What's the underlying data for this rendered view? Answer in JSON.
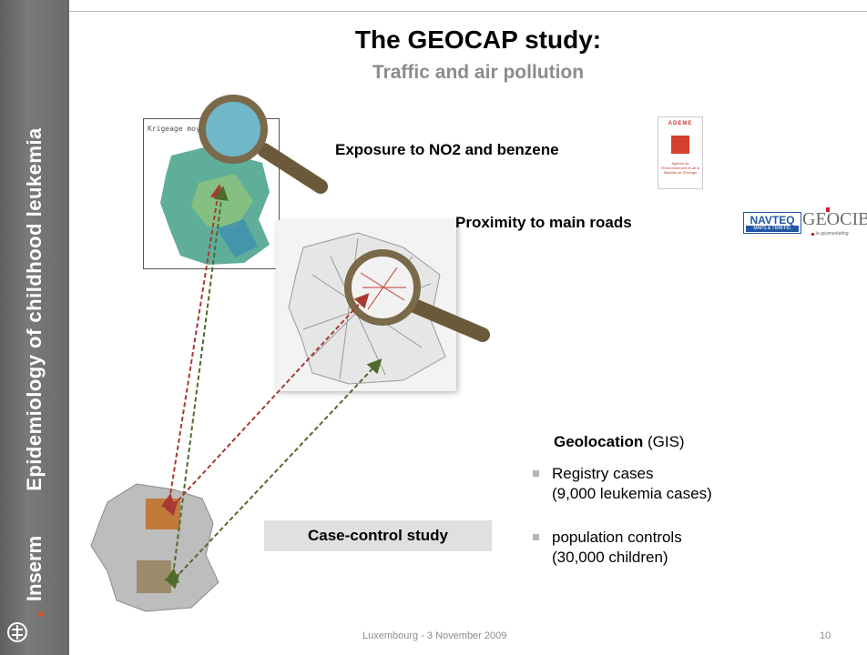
{
  "sidebar": {
    "vertical_title": "Epidemiology of childhood leukemia",
    "brand": "Inserm"
  },
  "slide": {
    "title": "The GEOCAP study:",
    "subtitle": "Traffic and air pollution"
  },
  "exposure": {
    "label": "Exposure to NO2 and benzene",
    "map_caption": "Krigeage moyen",
    "ademe_logo": {
      "title": "ADEME",
      "caption": "Agence de l'Environnement et de la Maîtrise de l'Energie"
    }
  },
  "proximity": {
    "label": "Proximity to main roads",
    "navteq_logo": {
      "name": "NAVTEQ",
      "tagline": "MAPS & TRAFFIC"
    },
    "geocibl_logo": {
      "name": "GEOCIBL",
      "tagline": "le géomarketing"
    }
  },
  "case_control": {
    "label": "Case-control study"
  },
  "geolocation": {
    "title": "Geolocation",
    "suffix": "(GIS)",
    "items": [
      {
        "line1": "Registry cases",
        "line2": "(9,000 leukemia cases)"
      },
      {
        "line1": "population controls",
        "line2": "(30,000 children)"
      }
    ]
  },
  "footer": {
    "text": "Luxembourg - 3 November 2009",
    "page": "10"
  },
  "colors": {
    "sidebar": "#6a6a6a",
    "subtitle": "#8c8c8c",
    "arrow_red": "#a83a32",
    "arrow_green": "#4f6b2a",
    "case_box": "#e0e0e0"
  },
  "icons": [
    "magnifier-icon",
    "inserm-logo-icon"
  ]
}
